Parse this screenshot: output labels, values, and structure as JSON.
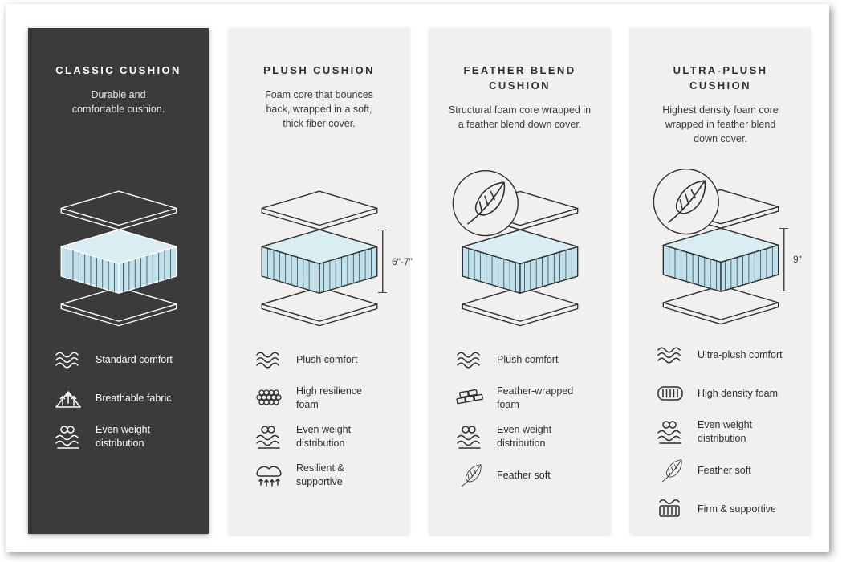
{
  "cards": [
    {
      "id": "classic",
      "title": "CLASSIC CUSHION",
      "description": "Durable and\ncomfortable cushion.",
      "theme": "dark",
      "diagram": {
        "type": "layered-cushion",
        "feather_badge": false,
        "measurement": ""
      },
      "features": [
        {
          "icon": "wave-icon",
          "label": "Standard comfort"
        },
        {
          "icon": "breathable-icon",
          "label": "Breathable fabric"
        },
        {
          "icon": "weight-distribution-icon",
          "label": "Even weight\ndistribution"
        }
      ]
    },
    {
      "id": "plush",
      "title": "PLUSH CUSHION",
      "description": "Foam core that bounces\nback, wrapped in a soft,\nthick fiber cover.",
      "theme": "light",
      "diagram": {
        "type": "layered-cushion",
        "feather_badge": false,
        "measurement": "6\"-7\""
      },
      "features": [
        {
          "icon": "wave-icon",
          "label": "Plush comfort"
        },
        {
          "icon": "foam-cells-icon",
          "label": "High resilience\nfoam"
        },
        {
          "icon": "weight-distribution-icon",
          "label": "Even weight\ndistribution"
        },
        {
          "icon": "resilient-icon",
          "label": "Resilient &\nsupportive"
        }
      ]
    },
    {
      "id": "feather-blend",
      "title": "FEATHER BLEND\nCUSHION",
      "description": "Structural foam core wrapped in\na feather blend down cover.",
      "theme": "light",
      "diagram": {
        "type": "layered-cushion",
        "feather_badge": true,
        "measurement": ""
      },
      "features": [
        {
          "icon": "wave-icon",
          "label": "Plush comfort"
        },
        {
          "icon": "brick-foam-icon",
          "label": "Feather-wrapped\nfoam"
        },
        {
          "icon": "weight-distribution-icon",
          "label": "Even weight\ndistribution"
        },
        {
          "icon": "feather-icon",
          "label": "Feather soft"
        }
      ]
    },
    {
      "id": "ultra-plush",
      "title": "ULTRA-PLUSH\nCUSHION",
      "description": "Highest density foam core\nwrapped in feather blend\ndown cover.",
      "theme": "light",
      "diagram": {
        "type": "layered-cushion",
        "feather_badge": true,
        "measurement": "9\""
      },
      "features": [
        {
          "icon": "wave-icon",
          "label": "Ultra-plush comfort"
        },
        {
          "icon": "density-foam-icon",
          "label": "High density foam"
        },
        {
          "icon": "weight-distribution-icon",
          "label": "Even weight\ndistribution"
        },
        {
          "icon": "feather-icon",
          "label": "Feather soft"
        },
        {
          "icon": "firm-icon",
          "label": "Firm & supportive"
        }
      ]
    }
  ],
  "colors": {
    "dark_card": "#3b3b3b",
    "light_card": "#f1f0ee",
    "foam_top": "#d9edf3",
    "foam_side": "#c0e1eb",
    "page_background": "#ffffff"
  }
}
